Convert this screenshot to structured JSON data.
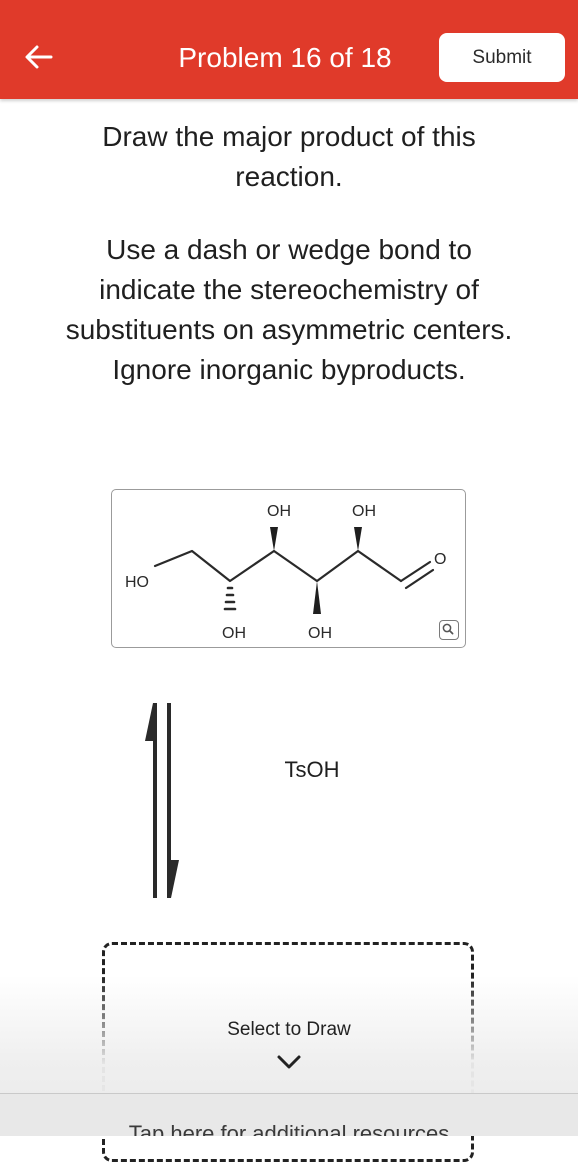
{
  "header": {
    "title": "Problem 16 of 18",
    "submit_label": "Submit",
    "background_color": "#e03a2a"
  },
  "instructions": {
    "question_lines": [
      "Draw the major product of this",
      "reaction."
    ],
    "guidance_lines": [
      "Use a dash or wedge bond to",
      "indicate the stereochemistry of",
      "substituents on asymmetric centers.",
      "Ignore inorganic byproducts."
    ]
  },
  "molecule": {
    "labels": {
      "ho": "HO",
      "oh_top_1": "OH",
      "oh_top_2": "OH",
      "oh_bottom_1": "OH",
      "oh_bottom_2": "OH",
      "aldehyde_o": "O"
    },
    "zoom_icon": "magnifier-icon"
  },
  "reaction": {
    "arrow_icon": "equilibrium-arrows-icon",
    "reagent": "TsOH"
  },
  "draw_area": {
    "prompt": "Select to Draw",
    "chevron_icon": "chevron-down-icon"
  },
  "footer": {
    "resources_text": "Tap here for additional resources"
  }
}
